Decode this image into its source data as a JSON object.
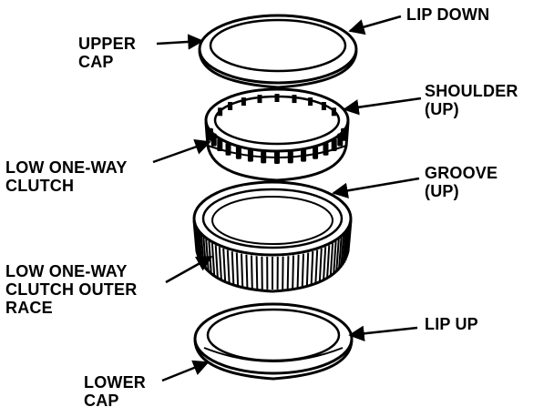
{
  "colors": {
    "ink": "#000000",
    "paper": "#ffffff"
  },
  "labels": {
    "upper_cap": [
      "UPPER",
      "CAP"
    ],
    "lip_down": [
      "LIP DOWN"
    ],
    "shoulder": [
      "SHOULDER",
      "(UP)"
    ],
    "low_clutch": [
      "LOW ONE-WAY",
      "CLUTCH"
    ],
    "groove": [
      "GROOVE",
      "(UP)"
    ],
    "outer_race": [
      "LOW ONE-WAY",
      "CLUTCH OUTER",
      "RACE"
    ],
    "lip_up": [
      "LIP UP"
    ],
    "lower_cap": [
      "LOWER",
      "CAP"
    ]
  }
}
